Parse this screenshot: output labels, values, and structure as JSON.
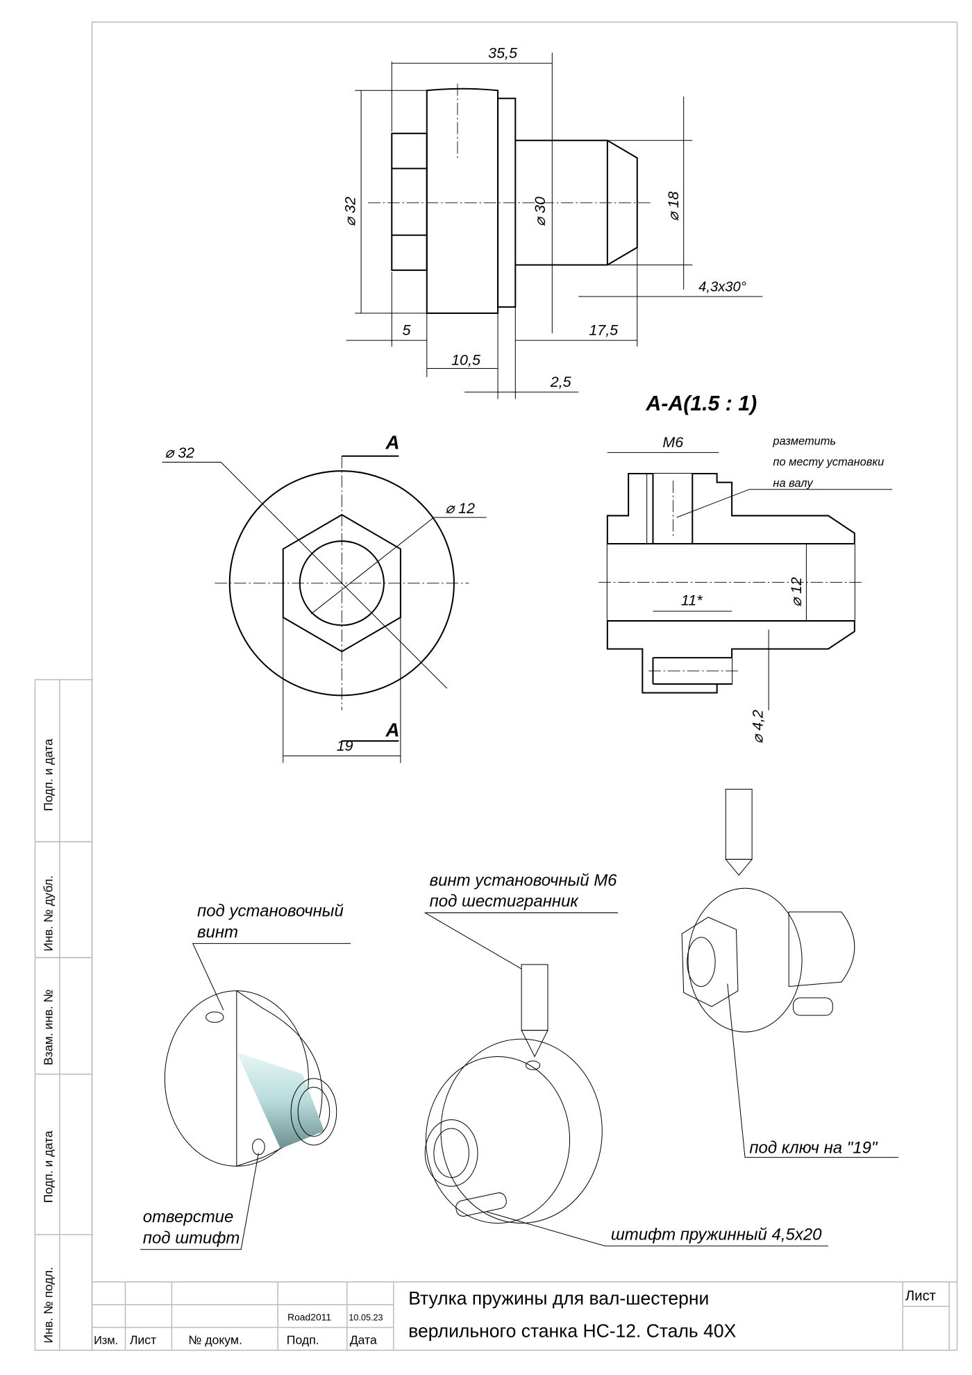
{
  "sheet": {
    "side_labels": [
      "Подп. и дата",
      "Инв. № дубл.",
      "Взам. инв. №",
      "Подп. и дата",
      "Инв. № подл."
    ]
  },
  "title_block": {
    "title_line1": "Втулка  пружины для вал-шестерни",
    "title_line2": "верлильного станка НС-12. Сталь 40Х",
    "sheet_label": "Лист",
    "signature": "Road2011",
    "date": "10.05.23",
    "headers": [
      "Изм.",
      "Лист",
      "№ докум.",
      "Подп.",
      "Дата"
    ]
  },
  "front_view": {
    "dims": {
      "length": "35,5",
      "d32": "⌀ 32",
      "d30": "⌀ 30",
      "d18": "⌀ 18",
      "chamfer": "4,3x30°",
      "d5": "5",
      "d17_5": "17,5",
      "d10_5": "10,5",
      "d2_5": "2,5"
    }
  },
  "end_view": {
    "d32": "⌀ 32",
    "d12": "⌀ 12",
    "across_flats": "19",
    "section_mark_top": "А",
    "section_mark_bottom": "А"
  },
  "section": {
    "title": "А-А(1.5 : 1)",
    "thread": "М6",
    "bore": "⌀ 12",
    "depth": "11*",
    "pin_hole": "⌀ 4,2",
    "note": [
      "разметить",
      "по месту установки",
      "на валу"
    ]
  },
  "callouts": {
    "set_screw_hole": [
      "под установочный",
      "винт"
    ],
    "set_screw": [
      "винт установочный М6",
      "под шестигранник"
    ],
    "wrench": "под ключ на \"19\"",
    "pin": "штифт пружинный 4,5х20",
    "pin_hole": [
      "отверстие",
      "под штифт"
    ]
  },
  "colors": {
    "part": "#b9dcdc",
    "pin": "#d8d020",
    "screw": "#707070"
  }
}
